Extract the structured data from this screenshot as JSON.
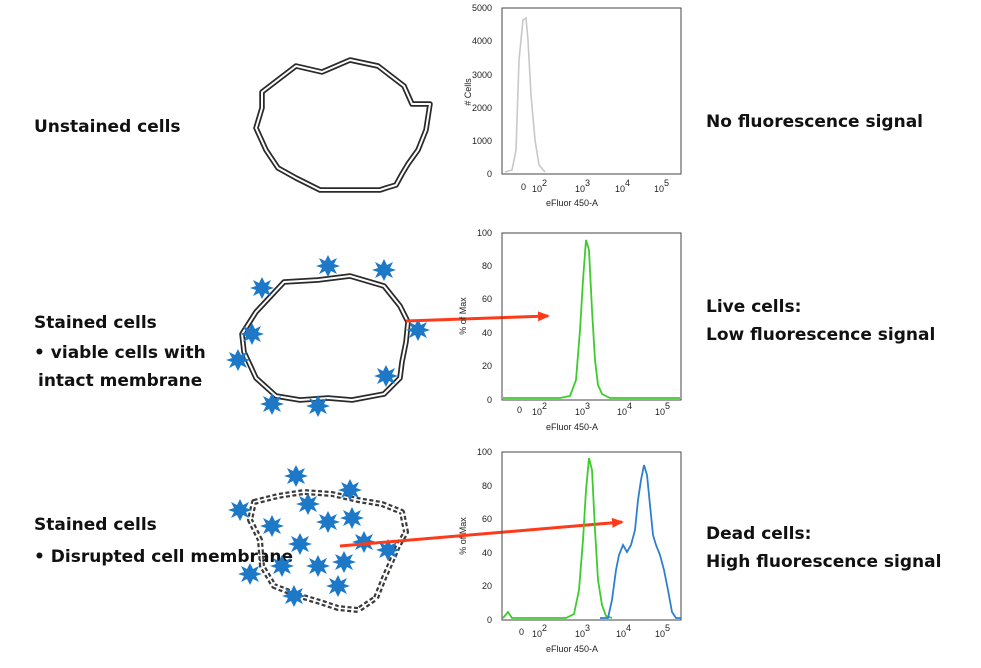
{
  "rows": [
    {
      "left_title": "Unstained cells",
      "left_bullets": [],
      "right_lines": [
        "No fluorescence signal"
      ],
      "histogram": {
        "ylabel": "# Cells",
        "xlabel": "eFluor 450-A",
        "yticks": [
          "5000",
          "4000",
          "3000",
          "2000",
          "1000",
          "0"
        ],
        "xticks": [
          "0",
          "10",
          "2",
          "10",
          "3",
          "10",
          "4",
          "10",
          "5"
        ]
      }
    },
    {
      "left_title": "Stained cells",
      "left_bullets": [
        "viable cells with",
        "intact membrane"
      ],
      "right_lines": [
        "Live cells:",
        "Low fluorescence signal"
      ],
      "histogram": {
        "ylabel": "% of Max",
        "xlabel": "eFluor 450-A",
        "yticks": [
          "100",
          "80",
          "60",
          "40",
          "20",
          "0"
        ]
      }
    },
    {
      "left_title": "Stained cells",
      "left_bullets": [
        "Disrupted cell membrane"
      ],
      "right_lines": [
        "Dead cells:",
        "High fluorescence signal"
      ],
      "histogram": {
        "ylabel": "% of Max",
        "xlabel": "eFluor 450-A",
        "yticks": [
          "100",
          "80",
          "60",
          "40",
          "20",
          "0"
        ]
      }
    }
  ],
  "xtick_labels": [
    "0",
    "10",
    "10",
    "10",
    "10"
  ],
  "xtick_exponents": [
    "2",
    "3",
    "4",
    "5"
  ],
  "colors": {
    "unstained_trace": "#c8c8c8",
    "live_trace": "#3ccc2c",
    "dead_trace": "#2f7fd0",
    "dye": "#1e78c8",
    "arrow": "#ff3a1a"
  }
}
